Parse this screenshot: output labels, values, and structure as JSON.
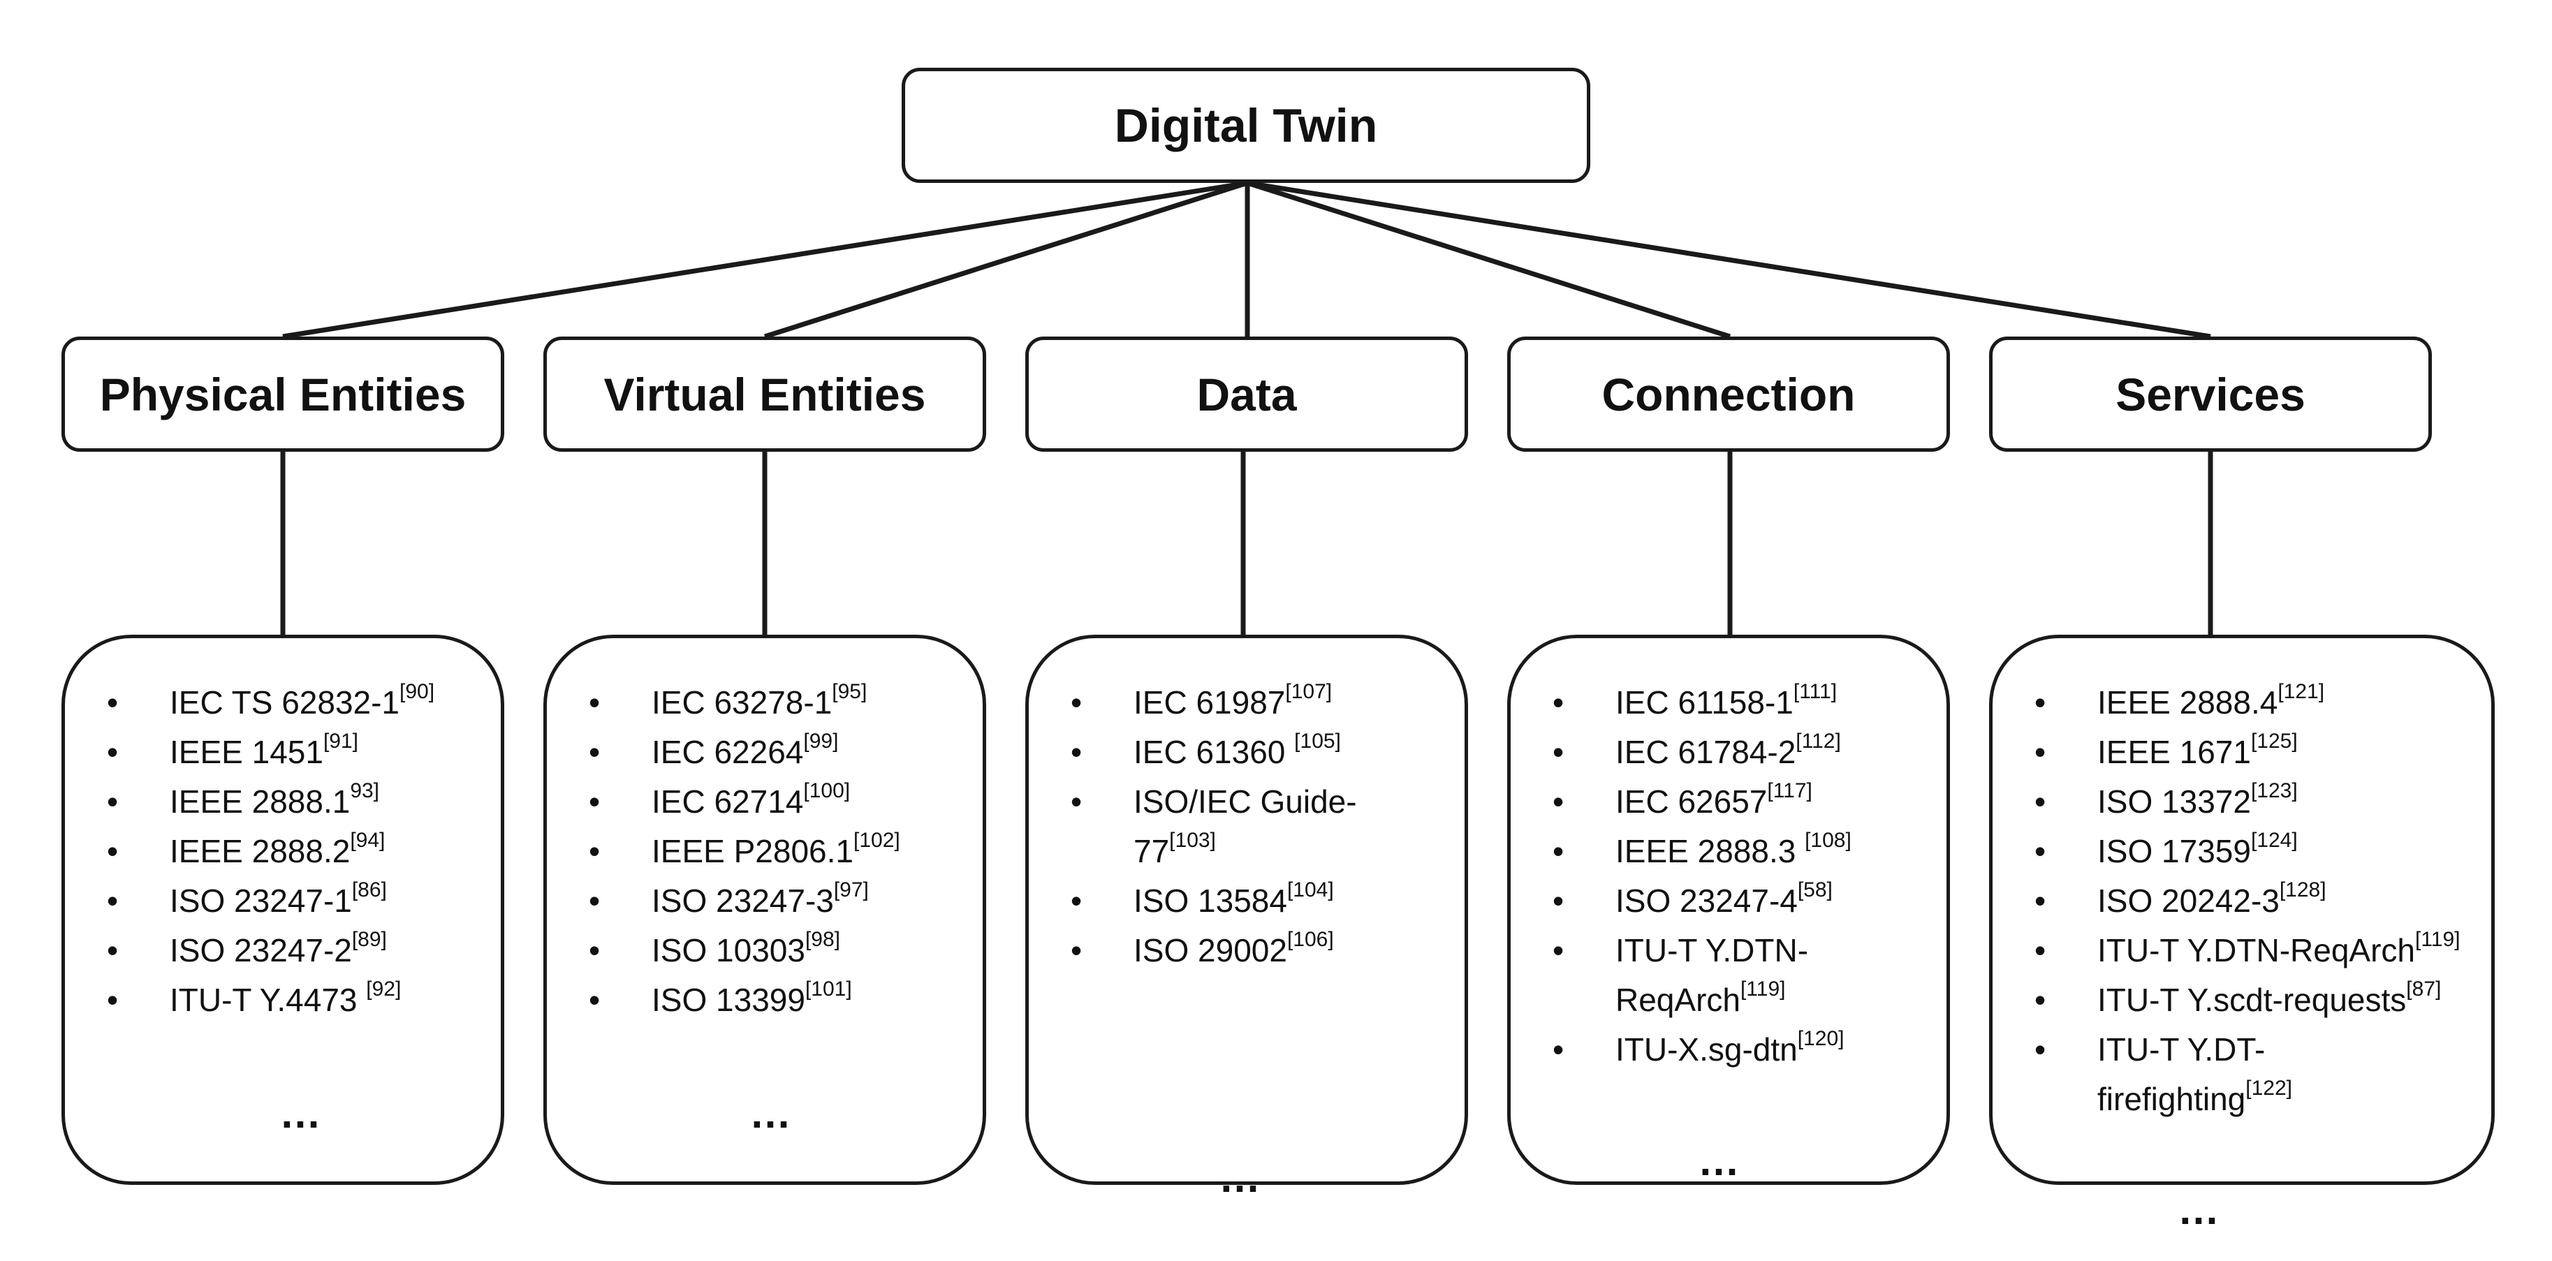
{
  "root": {
    "label": "Digital Twin"
  },
  "categories": [
    {
      "label": "Physical Entities",
      "items": [
        {
          "text": "IEC TS 62832-1",
          "ref": "[90]"
        },
        {
          "text": "IEEE 1451",
          "ref": "[91]"
        },
        {
          "text": "IEEE 2888.1",
          "ref": "93]"
        },
        {
          "text": "IEEE 2888.2",
          "ref": "[94]"
        },
        {
          "text": "ISO 23247-1",
          "ref": "[86]"
        },
        {
          "text": "ISO 23247-2",
          "ref": "[89]"
        },
        {
          "text": "ITU-T Y.4473 ",
          "ref": "[92]"
        }
      ],
      "more": "…"
    },
    {
      "label": "Virtual Entities",
      "items": [
        {
          "text": "IEC 63278-1",
          "ref": "[95]"
        },
        {
          "text": "IEC 62264",
          "ref": "[99]"
        },
        {
          "text": "IEC 62714",
          "ref": "[100]"
        },
        {
          "text": "IEEE P2806.1",
          "ref": "[102]"
        },
        {
          "text": "ISO 23247-3",
          "ref": "[97]"
        },
        {
          "text": "ISO 10303",
          "ref": "[98]"
        },
        {
          "text": "ISO 13399",
          "ref": "[101]"
        }
      ],
      "more": "…"
    },
    {
      "label": "Data",
      "items": [
        {
          "text": "IEC 61987",
          "ref": "[107]"
        },
        {
          "text": "IEC 61360 ",
          "ref": "[105]"
        },
        {
          "text": "ISO/IEC Guide-",
          "text2": "77",
          "ref": "[103]"
        },
        {
          "text": "ISO 13584",
          "ref": "[104]"
        },
        {
          "text": "ISO 29002",
          "ref": "[106]"
        }
      ],
      "more": "…"
    },
    {
      "label": "Connection",
      "items": [
        {
          "text": "IEC 61158-1",
          "ref": "[111]"
        },
        {
          "text": "IEC 61784-2",
          "ref": "[112]"
        },
        {
          "text": "IEC 62657",
          "ref": "[117]"
        },
        {
          "text": "IEEE 2888.3 ",
          "ref": "[108]"
        },
        {
          "text": "ISO 23247-4",
          "ref": "[58]"
        },
        {
          "text": "ITU-T Y.DTN-",
          "text2": "ReqArch",
          "ref": "[119]"
        },
        {
          "text": "ITU-X.sg-dtn",
          "ref": "[120]"
        }
      ],
      "more": "…"
    },
    {
      "label": "Services",
      "items": [
        {
          "text": "IEEE 2888.4",
          "ref": "[121]"
        },
        {
          "text": "IEEE 1671",
          "ref": "[125]"
        },
        {
          "text": "ISO 13372",
          "ref": "[123]"
        },
        {
          "text": "ISO 17359",
          "ref": "[124]"
        },
        {
          "text": "ISO 20242-3",
          "ref": "[128]"
        },
        {
          "text": "ITU-T Y.DTN-ReqArch",
          "ref": "[119]"
        },
        {
          "text": "ITU-T Y.scdt-requests",
          "ref": "[87]"
        },
        {
          "text": "ITU-T Y.DT-",
          "text2": "firefighting",
          "ref": "[122]"
        }
      ],
      "more": "…"
    }
  ],
  "bullet": "•",
  "colors": {
    "stroke": "#1a1a1a",
    "text": "#111111",
    "background": "#ffffff"
  }
}
